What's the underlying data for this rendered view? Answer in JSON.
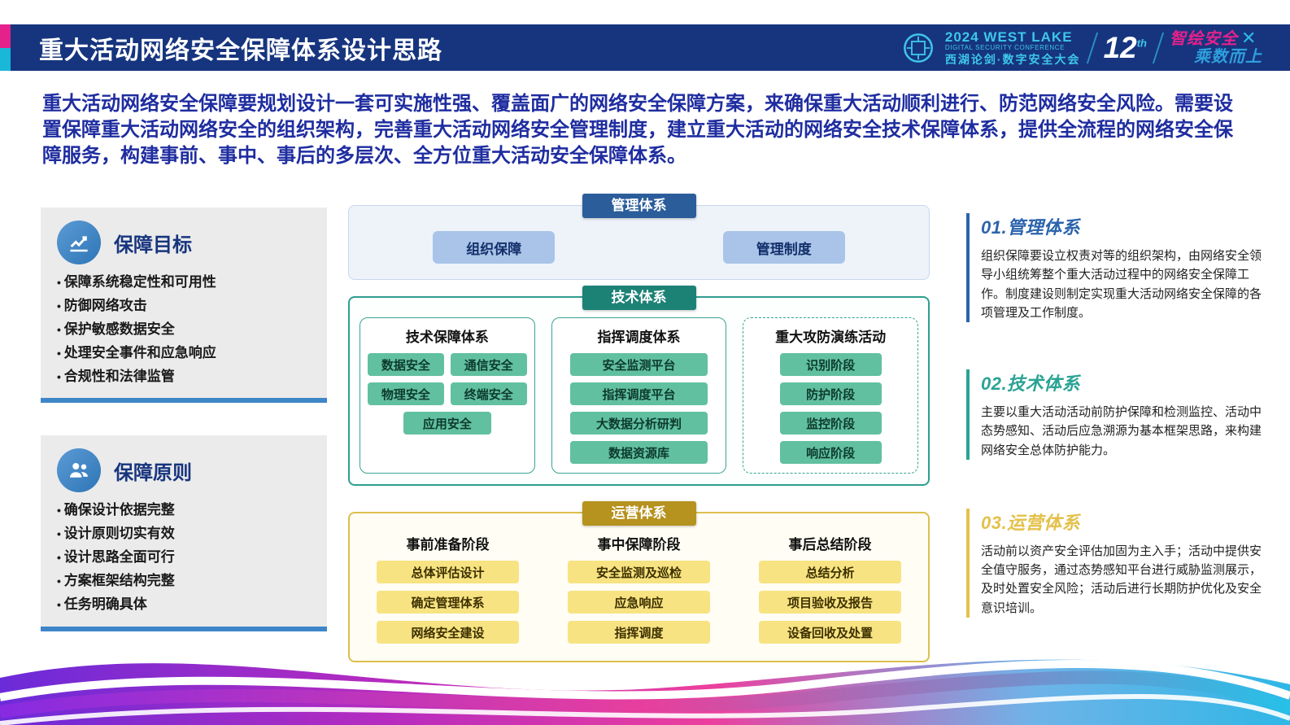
{
  "header": {
    "title": "重大活动网络安全保障体系设计思路",
    "conference": {
      "en_line1": "2024 WEST LAKE",
      "en_line2": "DIGITAL SECURITY CONFERENCE",
      "cn": "西湖论剑·数字安全大会",
      "edition_number": "12",
      "edition_suffix": "th",
      "slogan_line1": "智绘安全",
      "slogan_line2": "乘数而上"
    }
  },
  "intro": {
    "text": "重大活动网络安全保障要规划设计一套可实施性强、覆盖面广的网络安全保障方案，来确保重大活动顺利进行、防范网络安全风险。需要设置保障重大活动网络安全的组织架构，完善重大活动网络安全管理制度，建立重大活动的网络安全技术保障体系，提供全流程的网络安全保障服务，构建事前、事中、事后的多层次、全方位重大活动安全保障体系。"
  },
  "goals": {
    "title": "保障目标",
    "items": [
      "保障系统稳定性和可用性",
      "防御网络攻击",
      "保护敏感数据安全",
      "处理安全事件和应急响应",
      "合规性和法律监管"
    ]
  },
  "principles": {
    "title": "保障原则",
    "items": [
      "确保设计依据完整",
      "设计原则切实有效",
      "设计思路全面可行",
      "方案框架结构完整",
      "任务明确具体"
    ]
  },
  "diagram": {
    "management": {
      "badge": "管理体系",
      "items": [
        "组织保障",
        "管理制度"
      ]
    },
    "technical": {
      "badge": "技术体系",
      "groups": [
        {
          "title": "技术保障体系",
          "items": [
            "数据安全",
            "通信安全",
            "物理安全",
            "终端安全",
            "应用安全"
          ]
        },
        {
          "title": "指挥调度体系",
          "items": [
            "安全监测平台",
            "指挥调度平台",
            "大数据分析研判",
            "数据资源库"
          ]
        },
        {
          "title": "重大攻防演练活动",
          "items": [
            "识别阶段",
            "防护阶段",
            "监控阶段",
            "响应阶段"
          ]
        }
      ]
    },
    "operations": {
      "badge": "运营体系",
      "groups": [
        {
          "title": "事前准备阶段",
          "items": [
            "总体评估设计",
            "确定管理体系",
            "网络安全建设"
          ]
        },
        {
          "title": "事中保障阶段",
          "items": [
            "安全监测及巡检",
            "应急响应",
            "指挥调度"
          ]
        },
        {
          "title": "事后总结阶段",
          "items": [
            "总结分析",
            "项目验收及报告",
            "设备回收及处置"
          ]
        }
      ]
    }
  },
  "notes": [
    {
      "number": "01.",
      "title": "管理体系",
      "text": "组织保障要设立权责对等的组织架构，由网络安全领导小组统筹整个重大活动过程中的网络安全保障工作。制度建设则制定实现重大活动网络安全保障的各项管理及工作制度。"
    },
    {
      "number": "02.",
      "title": "技术体系",
      "text": "主要以重大活动活动前防护保障和检测监控、活动中态势感知、活动后应急溯源为基本框架思路，来构建网络安全总体防护能力。"
    },
    {
      "number": "03.",
      "title": "运营体系",
      "text": "活动前以资产安全评估加固为主入手；活动中提供安全值守服务，通过态势感知平台进行威胁监测展示，及时处置安全风险；活动后进行长期防护优化及安全意识培训。"
    }
  ],
  "colors": {
    "header_bg": "#16357e",
    "accent_magenta": "#e5218b",
    "accent_cyan": "#19b8d8",
    "intro_text": "#1f2da0",
    "management_badge": "#2b5d9b",
    "management_chip": "#a9c4e8",
    "technical_badge": "#1d8276",
    "technical_chip": "#61c0a0",
    "operations_badge": "#b6921e",
    "operations_chip": "#f7e382",
    "note1_accent": "#2c64ad",
    "note2_accent": "#2aa394",
    "note3_accent": "#e3c14b"
  }
}
